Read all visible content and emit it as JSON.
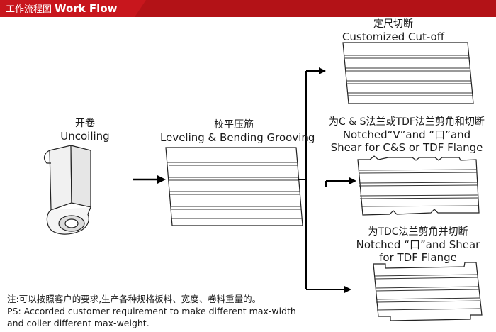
{
  "header": {
    "title_cn": "工作流程图",
    "title_en": "Work Flow",
    "color": "#c8161d"
  },
  "steps": {
    "uncoiling": {
      "cn": "开卷",
      "en": "Uncoiling"
    },
    "leveling": {
      "cn": "校平压筋",
      "en": "Leveling & Bending Grooving"
    },
    "cutoff": {
      "cn": "定尺切断",
      "en": "Customized Cut-off"
    },
    "notched_v": {
      "cn": "为C & S法兰或TDF法兰剪角和切断",
      "en_line1": "Notched“V”and “口”and",
      "en_line2": "Shear for C&S or TDF Flange"
    },
    "notched_square": {
      "cn": "为TDC法兰剪角并切断",
      "en_line1": "Notched “口”and Shear",
      "en_line2": "for TDF Flange"
    }
  },
  "note": {
    "cn": "注:可以按照客户的要求,生产各种规格板料、宽度、卷料重量的。",
    "en_line1": "PS: Accorded customer requirement to make different max-width",
    "en_line2": "and coiler different max-weight."
  }
}
